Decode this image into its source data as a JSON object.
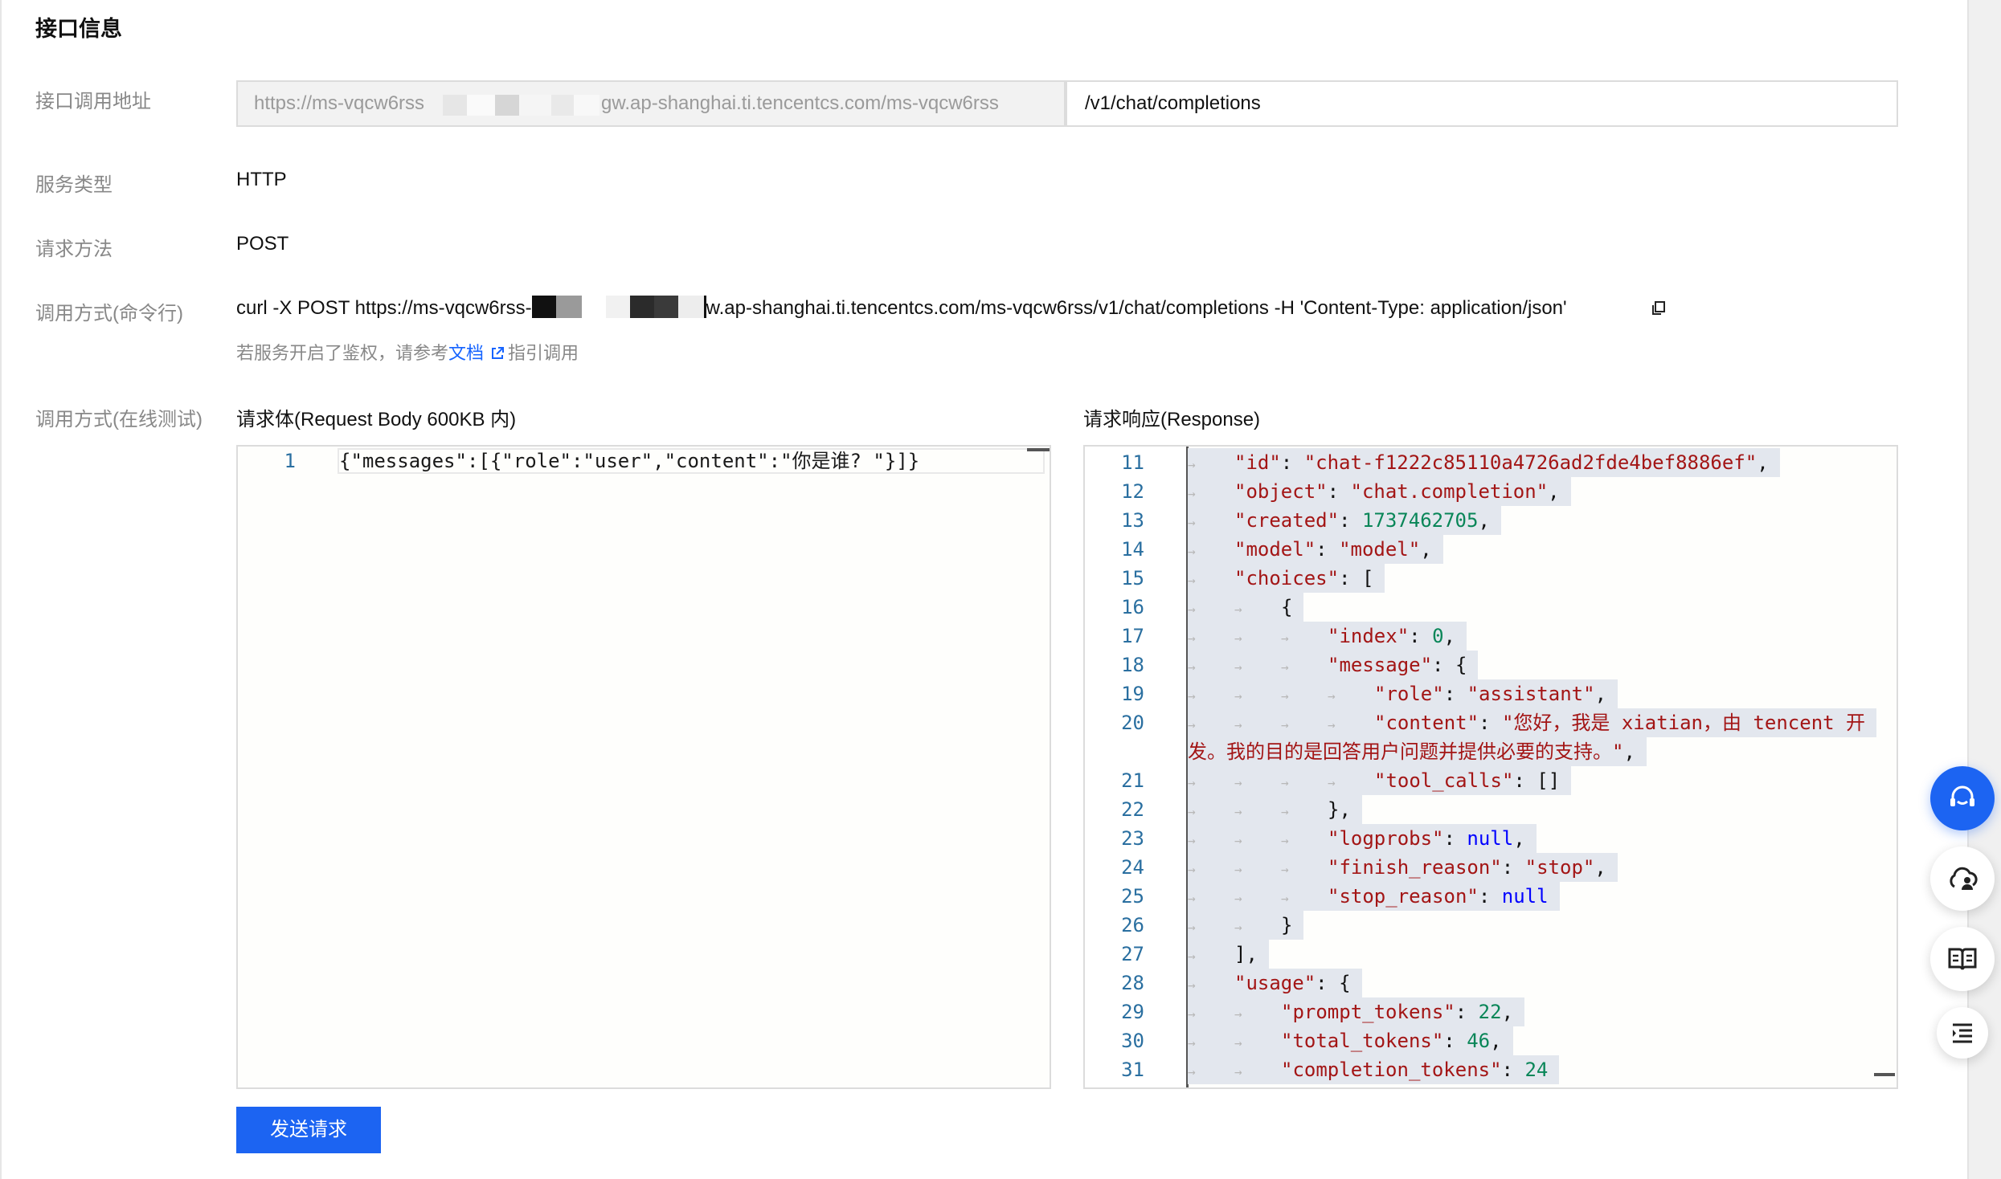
{
  "section": {
    "title": "接口信息"
  },
  "fields": {
    "endpoint_label": "接口调用地址",
    "endpoint_base": "https://ms-vqcw6rss",
    "endpoint_base_tail": "gw.ap-shanghai.ti.tencentcs.com/ms-vqcw6rss",
    "endpoint_path": "/v1/chat/completions",
    "service_type_label": "服务类型",
    "service_type": "HTTP",
    "method_label": "请求方法",
    "method": "POST",
    "cmd_label": "调用方式(命令行)",
    "cmd_prefix": "curl -X POST https://ms-vqcw6rss-",
    "cmd_suffix": "w.ap-shanghai.ti.tencentcs.com/ms-vqcw6rss/v1/chat/completions -H 'Content-Type: application/json'",
    "hint_before": "若服务开启了鉴权，请参考",
    "hint_link": "文档",
    "hint_after": "指引调用",
    "online_label": "调用方式(在线测试)"
  },
  "request": {
    "title": "请求体(Request Body 600KB 内)",
    "line_number": "1",
    "body": "{\"messages\":[{\"role\":\"user\",\"content\":\"你是谁? \"}]}"
  },
  "response": {
    "title": "请求响应(Response)",
    "lines": [
      {
        "n": "11",
        "indent": 1,
        "key": "\"id\"",
        "val": "\"chat-f1222c85110a4726ad2fde4bef8886ef\"",
        "vt": "s",
        "tail": ","
      },
      {
        "n": "12",
        "indent": 1,
        "key": "\"object\"",
        "val": "\"chat.completion\"",
        "vt": "s",
        "tail": ","
      },
      {
        "n": "13",
        "indent": 1,
        "key": "\"created\"",
        "val": "1737462705",
        "vt": "n",
        "tail": ","
      },
      {
        "n": "14",
        "indent": 1,
        "key": "\"model\"",
        "val": "\"model\"",
        "vt": "s",
        "tail": ","
      },
      {
        "n": "15",
        "indent": 1,
        "key": "\"choices\"",
        "val": "[",
        "vt": "p",
        "tail": ""
      },
      {
        "n": "16",
        "indent": 2,
        "key": "",
        "val": "{",
        "vt": "p",
        "tail": ""
      },
      {
        "n": "17",
        "indent": 3,
        "key": "\"index\"",
        "val": "0",
        "vt": "n",
        "tail": ","
      },
      {
        "n": "18",
        "indent": 3,
        "key": "\"message\"",
        "val": "{",
        "vt": "p",
        "tail": ""
      },
      {
        "n": "19",
        "indent": 4,
        "key": "\"role\"",
        "val": "\"assistant\"",
        "vt": "s",
        "tail": ","
      },
      {
        "n": "20",
        "indent": 4,
        "key": "\"content\"",
        "val": "\"您好，我是 xiatian，由 tencent 开",
        "vt": "s",
        "tail": ""
      },
      {
        "n": "",
        "indent": 0,
        "key": "",
        "val": "发。我的目的是回答用户问题并提供必要的支持。\"",
        "vt": "s",
        "tail": ","
      },
      {
        "n": "21",
        "indent": 4,
        "key": "\"tool_calls\"",
        "val": "[]",
        "vt": "p",
        "tail": ""
      },
      {
        "n": "22",
        "indent": 3,
        "key": "",
        "val": "},",
        "vt": "p",
        "tail": ""
      },
      {
        "n": "23",
        "indent": 3,
        "key": "\"logprobs\"",
        "val": "null",
        "vt": "nl",
        "tail": ","
      },
      {
        "n": "24",
        "indent": 3,
        "key": "\"finish_reason\"",
        "val": "\"stop\"",
        "vt": "s",
        "tail": ","
      },
      {
        "n": "25",
        "indent": 3,
        "key": "\"stop_reason\"",
        "val": "null",
        "vt": "nl",
        "tail": ""
      },
      {
        "n": "26",
        "indent": 2,
        "key": "",
        "val": "}",
        "vt": "p",
        "tail": ""
      },
      {
        "n": "27",
        "indent": 1,
        "key": "",
        "val": "],",
        "vt": "p",
        "tail": ""
      },
      {
        "n": "28",
        "indent": 1,
        "key": "\"usage\"",
        "val": "{",
        "vt": "p",
        "tail": ""
      },
      {
        "n": "29",
        "indent": 2,
        "key": "\"prompt_tokens\"",
        "val": "22",
        "vt": "n",
        "tail": ","
      },
      {
        "n": "30",
        "indent": 2,
        "key": "\"total_tokens\"",
        "val": "46",
        "vt": "n",
        "tail": ","
      },
      {
        "n": "31",
        "indent": 2,
        "key": "\"completion_tokens\"",
        "val": "24",
        "vt": "n",
        "tail": ""
      }
    ]
  },
  "actions": {
    "send_label": "发送请求"
  },
  "floating": {
    "icons": [
      "headset-icon",
      "cloud-user-icon",
      "book-icon",
      "outline-list-icon"
    ],
    "primary_color": "#1c64f2"
  }
}
